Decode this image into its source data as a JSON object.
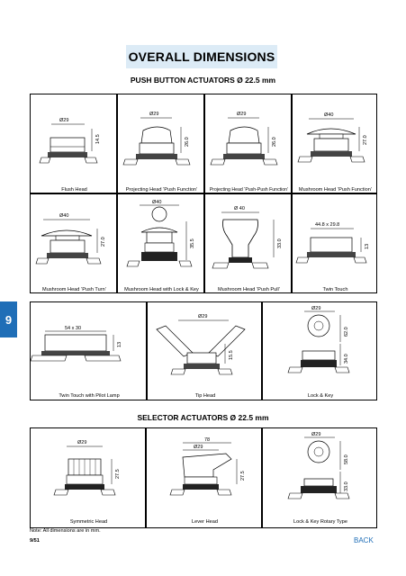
{
  "header": {
    "title": "OVERALL DIMENSIONS"
  },
  "side_tab": {
    "label": "9"
  },
  "push_button": {
    "section_title": "PUSH BUTTON ACTUATORS Ø 22.5 mm",
    "items": [
      {
        "caption": "Flush Head",
        "dims": [
          "Ø29",
          "14.5"
        ]
      },
      {
        "caption": "Projecting Head ‘Push Function’",
        "dims": [
          "Ø29",
          "26.0"
        ]
      },
      {
        "caption": "Projecting Head ‘Push-Push Function’",
        "dims": [
          "Ø29",
          "26.0"
        ]
      },
      {
        "caption": "Mushroom Head ‘Push Function’",
        "dims": [
          "Ø40",
          "27.0"
        ]
      },
      {
        "caption": "Mushroom Head ‘Push Turn’",
        "dims": [
          "Ø40",
          "27.0"
        ]
      },
      {
        "caption": "Mushroom Head with Lock & Key",
        "dims": [
          "Ø40",
          "35.5"
        ]
      },
      {
        "caption": "Mushroom Head ‘Push Pull’",
        "dims": [
          "Ø 40",
          "33.0"
        ]
      },
      {
        "caption": "Twin Touch",
        "dims": [
          "44.8 x 29.8",
          "13"
        ]
      },
      {
        "caption": "Twin Touch with Pilot Lamp",
        "dims": [
          "54 x 30",
          "13"
        ]
      },
      {
        "caption": "Tip Head",
        "dims": [
          "Ø29",
          "15.5"
        ]
      },
      {
        "caption": "Lock & Key",
        "dims": [
          "Ø29",
          "62.0",
          "34.0"
        ]
      }
    ]
  },
  "selector": {
    "section_title": "SELECTOR ACTUATORS Ø 22.5 mm",
    "items": [
      {
        "caption": "Symmetric Head",
        "dims": [
          "Ø29",
          "27.5"
        ]
      },
      {
        "caption": "Lever Head",
        "dims": [
          "78",
          "Ø29",
          "27.5"
        ]
      },
      {
        "caption": "Lock & Key Rotary Type",
        "dims": [
          "Ø29",
          "58.0",
          "33.0"
        ]
      }
    ]
  },
  "footer": {
    "note": "Note: All dimensions are in mm.",
    "page": "9/51",
    "back_label": "BACK"
  },
  "colors": {
    "accent": "#1f6eb7",
    "title_band": "#dcebf6"
  }
}
